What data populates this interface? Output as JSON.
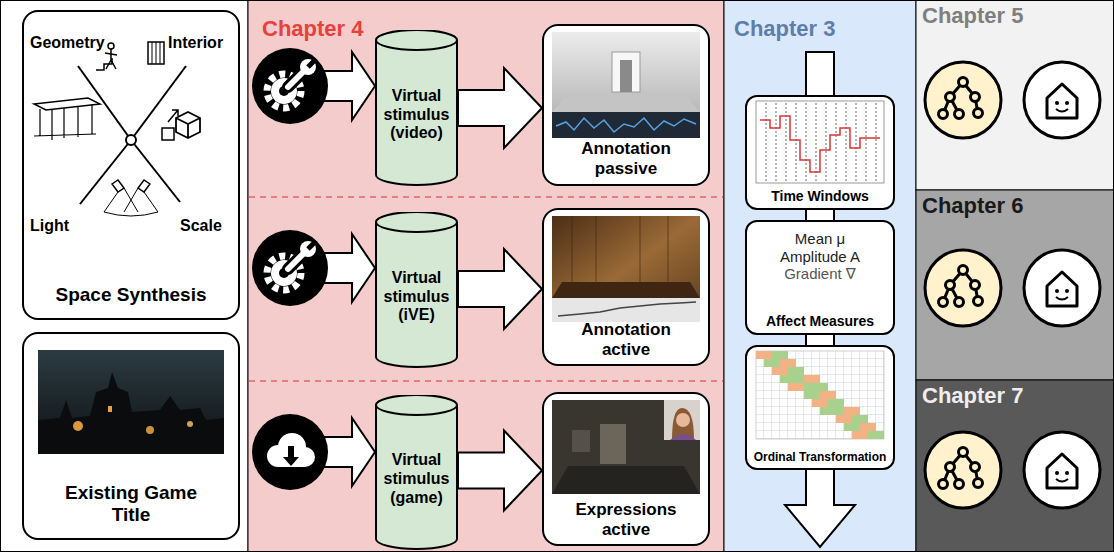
{
  "diagram": {
    "nodes": [
      {
        "text": [
          "Space Synthesis"
        ]
      },
      {
        "text": [
          "Existing Game Title"
        ]
      },
      {
        "text": [
          "Chapter 4"
        ]
      },
      {
        "text": [
          "Virtual stimulus (video)"
        ],
        "in": 2
      },
      {
        "text": [
          "Annotation passive"
        ],
        "in": 2
      },
      {
        "text": [
          "Virtual stimulus (iVE)"
        ],
        "in": 2
      },
      {
        "text": [
          "Annotation active"
        ],
        "in": 2
      },
      {
        "text": [
          "Virtual stimulus (game)"
        ],
        "in": 2
      },
      {
        "text": [
          "Expressions active"
        ],
        "in": 2
      },
      {
        "text": [
          "Chapter 3"
        ]
      },
      {
        "text": [
          "Time Windows"
        ],
        "in": 9
      },
      {
        "text": [
          "Mean μ",
          "Amplitude A",
          "Gradient ∇",
          "Affect Measures"
        ],
        "in": 9
      },
      {
        "text": [
          "Ordinal Transformation"
        ],
        "in": 9
      },
      {
        "text": [
          "Chapter 5"
        ]
      },
      {
        "text": [
          "Chapter 6"
        ]
      },
      {
        "text": [
          "Chapter 7"
        ]
      }
    ],
    "edges": [
      {
        "from": 3,
        "to": 4,
        "arrow": "to"
      },
      {
        "from": 5,
        "to": 6,
        "arrow": "to"
      },
      {
        "from": 7,
        "to": 8,
        "arrow": "to"
      }
    ],
    "labels": [
      "Geometry",
      "Interior",
      "Light",
      "Scale"
    ]
  }
}
